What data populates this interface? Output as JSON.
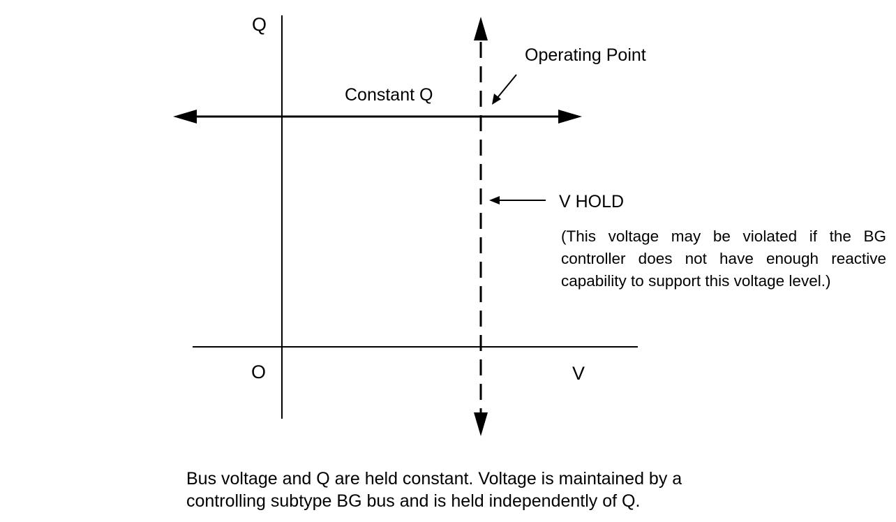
{
  "diagram": {
    "axis_labels": {
      "q": "Q",
      "v": "V",
      "origin": "O"
    },
    "labels": {
      "constant_q": "Constant Q",
      "operating_point": "Operating Point",
      "v_hold": "V HOLD"
    },
    "note_lines": [
      "(This voltage may be violated if the BG",
      "controller does not have enough reactive",
      "capability to support this voltage level.)"
    ],
    "caption_lines": [
      "Bus voltage and Q are held constant. Voltage is maintained by a",
      "controlling subtype BG bus and is held independently of Q."
    ],
    "colors": {
      "ink": "#000000",
      "background": "#ffffff"
    }
  }
}
